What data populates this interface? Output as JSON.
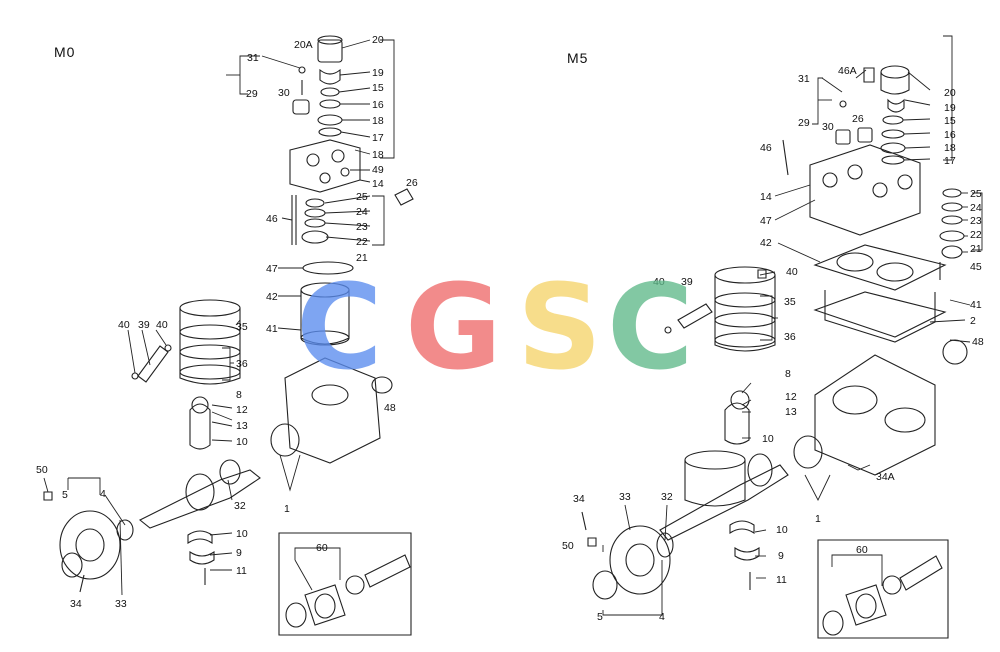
{
  "diagrams": [
    {
      "model": "M0"
    },
    {
      "model": "M5"
    }
  ],
  "watermark": {
    "letters": [
      {
        "char": "C",
        "color": "#5b8def"
      },
      {
        "char": "G",
        "color": "#ef6b6b"
      },
      {
        "char": "S",
        "color": "#f6d46b"
      },
      {
        "char": "C",
        "color": "#5fb98a"
      }
    ]
  },
  "m0_callouts": [
    "20A",
    "20",
    "31",
    "19",
    "15",
    "16",
    "29",
    "30",
    "18",
    "17",
    "18",
    "49",
    "14",
    "26",
    "25",
    "24",
    "46",
    "23",
    "22",
    "21",
    "47",
    "42",
    "41",
    "35",
    "40",
    "39",
    "40",
    "36",
    "8",
    "12",
    "13",
    "48",
    "10",
    "1",
    "50",
    "5",
    "4",
    "32",
    "10",
    "9",
    "11",
    "34",
    "33",
    "60"
  ],
  "m5_callouts": [
    "31",
    "46A",
    "20",
    "19",
    "15",
    "29",
    "30",
    "26",
    "16",
    "18",
    "17",
    "46",
    "14",
    "25",
    "24",
    "47",
    "23",
    "22",
    "21",
    "42",
    "45",
    "40",
    "39",
    "40",
    "35",
    "41",
    "2",
    "36",
    "48",
    "8",
    "12",
    "13",
    "10",
    "34A",
    "34",
    "33",
    "32",
    "1",
    "10",
    "50",
    "9",
    "11",
    "5",
    "4",
    "60"
  ]
}
